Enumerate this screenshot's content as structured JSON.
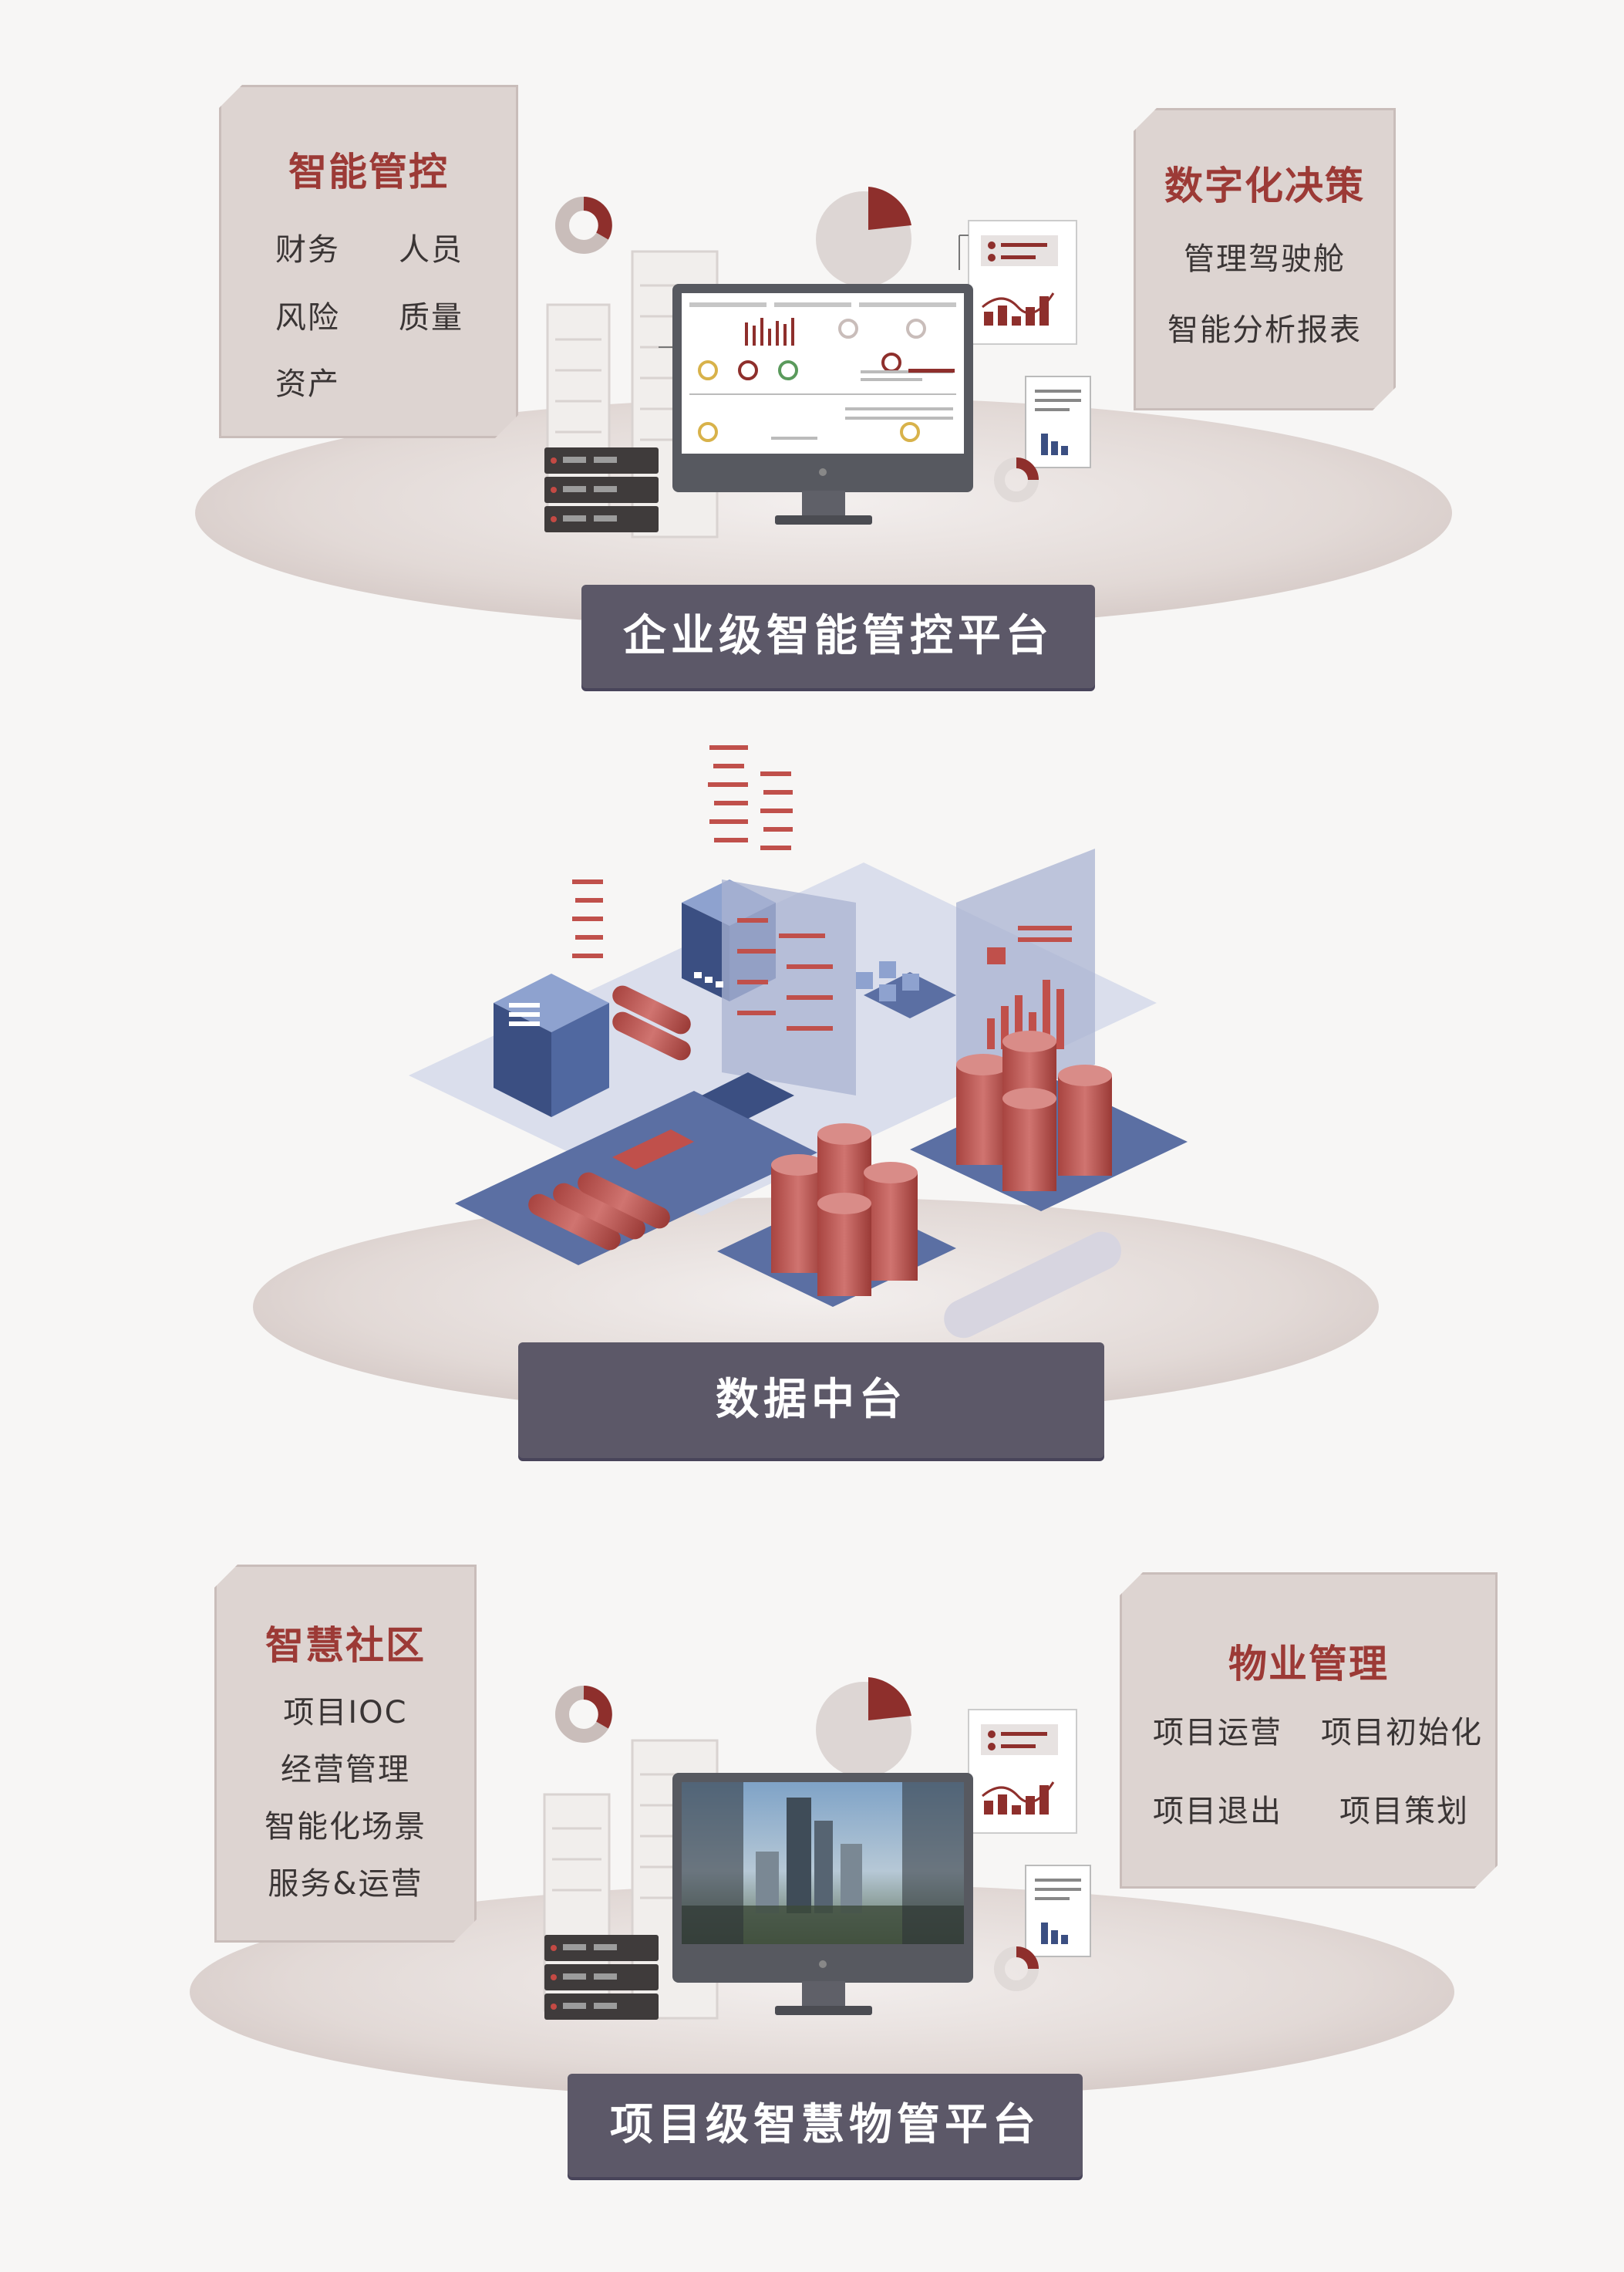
{
  "colors": {
    "background": "#f7f6f5",
    "card": "#ddd4d1",
    "accent": "#9c3a36",
    "banner": "#5c5868",
    "banner_text": "#ffffff"
  },
  "top": {
    "left_card": {
      "title": "智能管控",
      "items": [
        "财务",
        "人员",
        "风险",
        "质量",
        "资产"
      ]
    },
    "right_card": {
      "title": "数字化决策",
      "items": [
        "管理驾驶舱",
        "智能分析报表"
      ]
    },
    "banner": "企业级智能管控平台"
  },
  "middle": {
    "banner": "数据中台"
  },
  "bottom": {
    "left_card": {
      "title": "智慧社区",
      "items": [
        "项目IOC",
        "经营管理",
        "智能化场景",
        "服务&运营"
      ]
    },
    "right_card": {
      "title": "物业管理",
      "items": [
        "项目运营",
        "项目初始化",
        "项目退出",
        "项目策划"
      ]
    },
    "banner": "项目级智慧物管平台"
  },
  "icons": [
    "donut-chart-icon",
    "pie-chart-icon",
    "bar-chart-icon",
    "document-icon",
    "server-rack-icon",
    "monitor-icon",
    "database-cylinder-icon"
  ]
}
